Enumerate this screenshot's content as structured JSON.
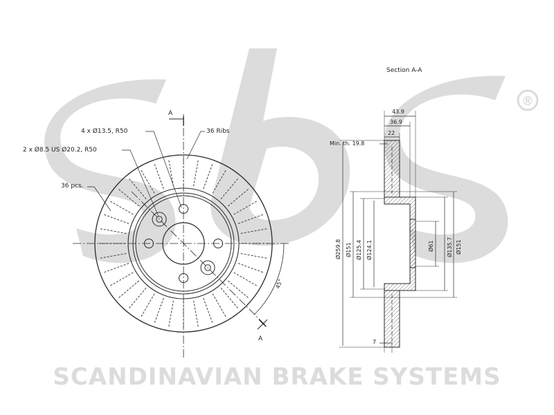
{
  "colors": {
    "watermark": "#dcdcdc",
    "line": "#2a2a2a",
    "hatch": "#555555"
  },
  "watermark": {
    "logo": "sbs",
    "registered_mark": "®",
    "brand": "SCANDINAVIAN BRAKE SYSTEMS"
  },
  "front_view": {
    "section_mark_top": "A",
    "section_mark_bottom": "A",
    "bolt_holes": "4 x Ø13.5, R50",
    "ribs": "36 Ribs",
    "small_holes": "2 x Ø8.5 US Ø20.2, R50",
    "slots": "36 pcs.",
    "angle": "45°"
  },
  "section_view": {
    "title": "Section A-A",
    "min_thickness": "Min. th. 19.8",
    "dims_top": [
      "43.9",
      "36.9",
      "22"
    ],
    "dim_bottom": "7",
    "diameters_left": [
      "Ø259.8",
      "Ø151",
      "Ø125.4",
      "Ø124.1"
    ],
    "diameters_right": [
      "Ø61",
      "Ø135.7",
      "Ø151"
    ]
  }
}
